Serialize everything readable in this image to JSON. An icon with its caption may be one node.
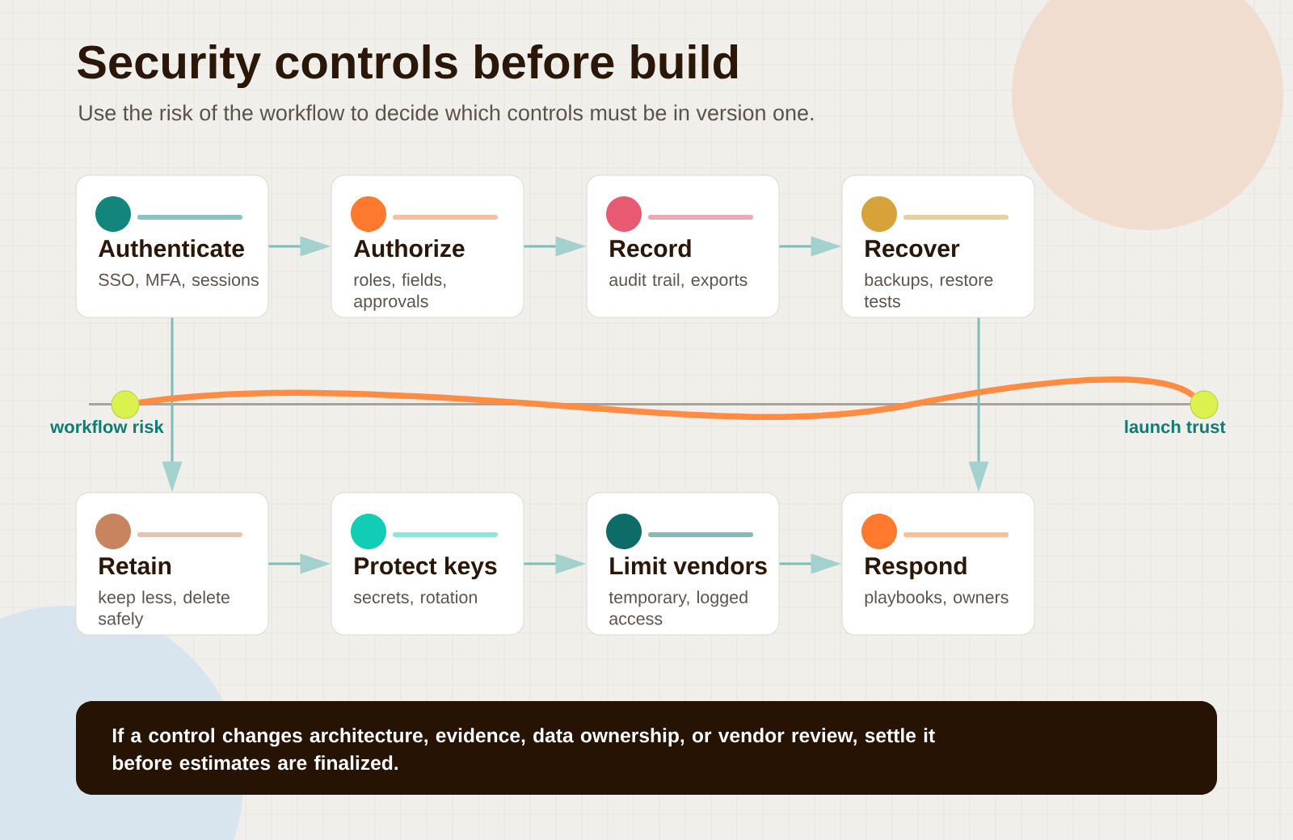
{
  "diagram": {
    "title": "Security controls before build",
    "caption": "Use the risk of the workflow to decide which controls must be in version one.",
    "nodes": [
      {
        "text": [
          "Authenticate",
          "SSO, MFA, sessions"
        ]
      },
      {
        "text": [
          "Authorize",
          "roles, fields, approvals"
        ]
      },
      {
        "text": [
          "Record",
          "audit trail, exports"
        ]
      },
      {
        "text": [
          "Recover",
          "backups, restore tests"
        ]
      },
      {
        "text": [],
        "shape": "circle",
        "beside": [
          "workflow risk"
        ]
      },
      {
        "text": [],
        "shape": "circle",
        "beside": [
          "launch trust"
        ]
      },
      {
        "text": [
          "Retain",
          "keep less, delete safely"
        ]
      },
      {
        "text": [
          "Protect keys",
          "secrets, rotation"
        ]
      },
      {
        "text": [
          "Limit vendors",
          "temporary, logged access"
        ]
      },
      {
        "text": [
          "Respond",
          "playbooks, owners"
        ]
      },
      {
        "text": [
          "If a control changes architecture, evidence, data ownership, or vendor review, settle it before estimates are finalized."
        ]
      }
    ],
    "edges": [
      {
        "from": 0,
        "to": 1,
        "arrow": "to"
      },
      {
        "from": 1,
        "to": 2,
        "arrow": "to"
      },
      {
        "from": 2,
        "to": 3,
        "arrow": "to"
      },
      {
        "from": 0,
        "to": 6,
        "arrow": "to"
      },
      {
        "from": 3,
        "to": 9,
        "arrow": "to"
      },
      {
        "from": 6,
        "to": 7,
        "arrow": "to"
      },
      {
        "from": 7,
        "to": 8,
        "arrow": "to"
      },
      {
        "from": 8,
        "to": 9,
        "arrow": "to"
      },
      {
        "from": 4,
        "to": 5,
        "arrow": "none",
        "style": "thick",
        "color": "#ff8c42"
      }
    ]
  }
}
